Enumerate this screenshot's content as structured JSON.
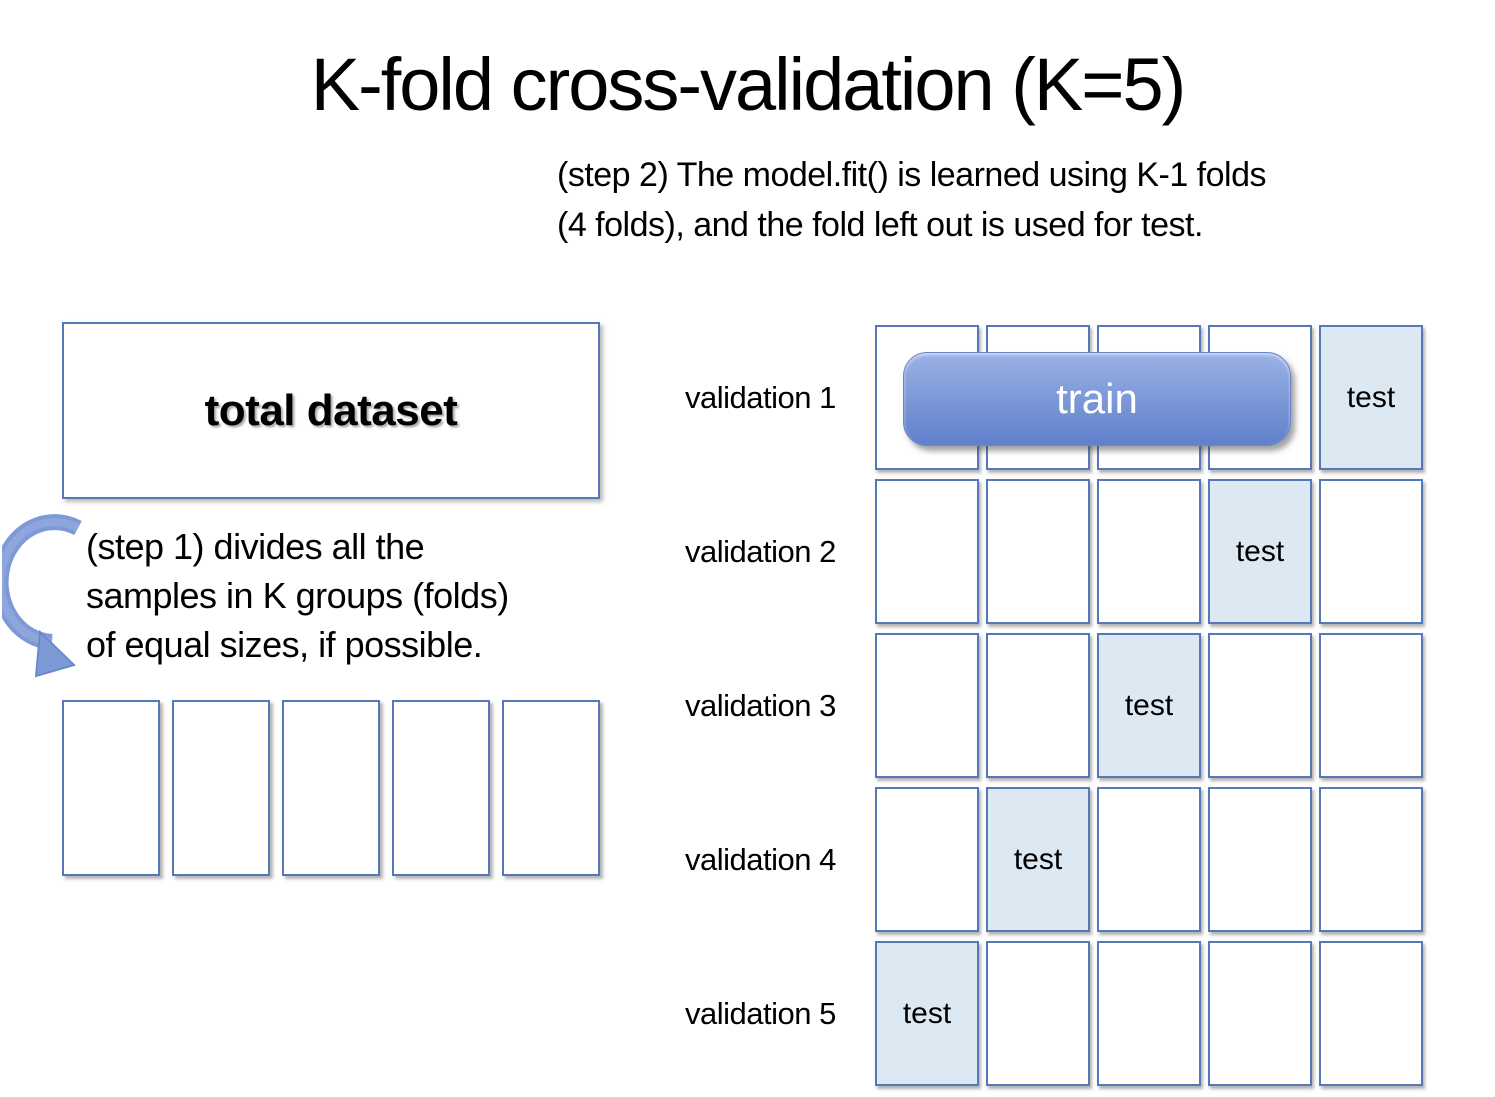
{
  "title": "K-fold cross-validation (K=5)",
  "step2_note": {
    "line1": "(step 2) The model.fit() is learned using K-1 folds",
    "line2": "(4 folds), and the fold left out is used for test."
  },
  "total_dataset_box": {
    "label": "total dataset"
  },
  "step1_note": {
    "line1": "(step 1) divides all the",
    "line2": "samples in K groups (folds)",
    "line3": "of equal sizes, if possible."
  },
  "fold_strip": {
    "fold_count": 5
  },
  "validation": {
    "rows": [
      {
        "label": "validation 1",
        "train_label": "train",
        "test_label": "test",
        "test_fold": 5
      },
      {
        "label": "validation 2",
        "test_label": "test",
        "test_fold": 4
      },
      {
        "label": "validation 3",
        "test_label": "test",
        "test_fold": 3
      },
      {
        "label": "validation 4",
        "test_label": "test",
        "test_fold": 2
      },
      {
        "label": "validation 5",
        "test_label": "test",
        "test_fold": 1
      }
    ]
  },
  "icons": {
    "arrow": "curved-arrow-down-icon"
  },
  "colors": {
    "box_border": "#5578B8",
    "test_cell_fill": "#DCE9F3",
    "train_gradient_top": "#9CB2E5",
    "train_gradient_bottom": "#5F80CB",
    "train_text": "#FFFFFF",
    "arrow_fill": "#7E9AD6",
    "text": "#000000",
    "background": "#FFFFFF"
  }
}
